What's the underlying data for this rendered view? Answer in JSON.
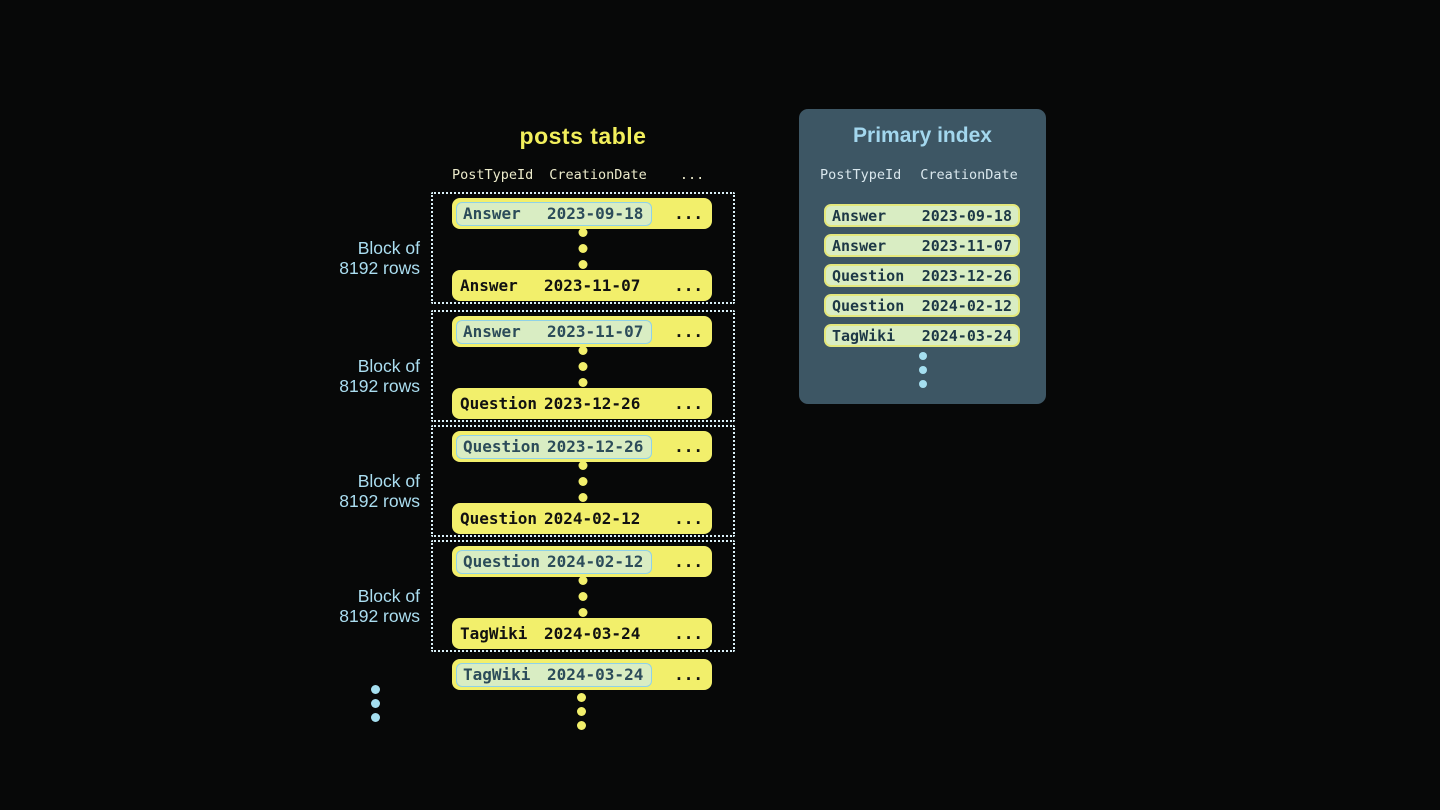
{
  "posts_table": {
    "title": "posts table",
    "headers": {
      "col1": "PostTypeId",
      "col2": "CreationDate",
      "col3": "..."
    },
    "block_label": {
      "line1": "Block of",
      "line2": "8192 rows"
    },
    "blocks": [
      {
        "first_type": "Answer",
        "first_date": "2023-09-18",
        "last_type": "Answer",
        "last_date": "2023-11-07"
      },
      {
        "first_type": "Answer",
        "first_date": "2023-11-07",
        "last_type": "Question",
        "last_date": "2023-12-26"
      },
      {
        "first_type": "Question",
        "first_date": "2023-12-26",
        "last_type": "Question",
        "last_date": "2024-02-12"
      },
      {
        "first_type": "Question",
        "first_date": "2024-02-12",
        "last_type": "TagWiki",
        "last_date": "2024-03-24"
      }
    ],
    "overflow_row": {
      "type": "TagWiki",
      "date": "2024-03-24"
    },
    "row_ellipsis": "..."
  },
  "primary_index": {
    "title": "Primary index",
    "headers": {
      "col1": "PostTypeId",
      "col2": "CreationDate"
    },
    "rows": [
      {
        "type": "Answer",
        "date": "2023-09-18"
      },
      {
        "type": "Answer",
        "date": "2023-11-07"
      },
      {
        "type": "Question",
        "date": "2023-12-26"
      },
      {
        "type": "Question",
        "date": "2024-02-12"
      },
      {
        "type": "TagWiki",
        "date": "2024-03-24"
      }
    ]
  },
  "colors": {
    "background": "#070808",
    "row_yellow": "#F2EF6B",
    "title_yellow": "#F2EF5C",
    "header_cream": "#ECEBCB",
    "light_blue": "#ABDEF1",
    "dotted_border": "#D9EFF6",
    "panel_bg": "#3D5664",
    "highlight_green": "#D9EDC3",
    "highlight_border_blue": "#8FD2E8",
    "index_row_border": "#E4E87C",
    "highlight_text": "#2C4C5A",
    "index_text": "#1D3846"
  }
}
